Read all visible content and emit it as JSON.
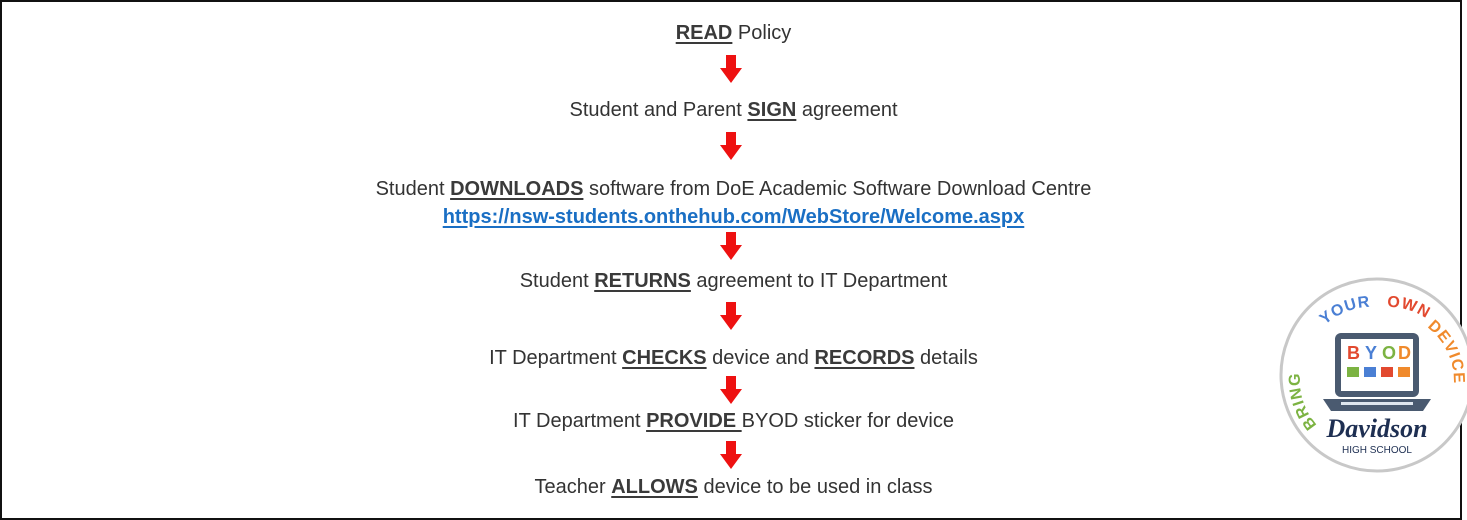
{
  "steps": [
    {
      "segments": [
        {
          "text": "READ",
          "kw": true
        },
        {
          "text": " Policy",
          "kw": false
        }
      ]
    },
    {
      "segments": [
        {
          "text": "Student and Parent ",
          "kw": false
        },
        {
          "text": "SIGN",
          "kw": true
        },
        {
          "text": " agreement",
          "kw": false
        }
      ]
    },
    {
      "segments": [
        {
          "text": "Student ",
          "kw": false
        },
        {
          "text": "DOWNLOADS",
          "kw": true
        },
        {
          "text": " software from DoE Academic Software Download Centre",
          "kw": false
        }
      ]
    },
    {
      "segments": [
        {
          "text": "Student ",
          "kw": false
        },
        {
          "text": "RETURNS",
          "kw": true
        },
        {
          "text": " agreement to IT Department",
          "kw": false
        }
      ]
    },
    {
      "segments": [
        {
          "text": "IT Department ",
          "kw": false
        },
        {
          "text": "CHECKS",
          "kw": true
        },
        {
          "text": " device and ",
          "kw": false
        },
        {
          "text": "RECORDS",
          "kw": true
        },
        {
          "text": " details",
          "kw": false
        }
      ]
    },
    {
      "segments": [
        {
          "text": "IT Department ",
          "kw": false
        },
        {
          "text": "PROVIDE ",
          "kw": true
        },
        {
          "text": "BYOD sticker for device",
          "kw": false
        }
      ]
    },
    {
      "segments": [
        {
          "text": "Teacher ",
          "kw": false
        },
        {
          "text": "ALLOWS",
          "kw": true
        },
        {
          "text": " device to be used in class",
          "kw": false
        }
      ]
    }
  ],
  "download_link": "https://nsw-students.onthehub.com/WebStore/Welcome.aspx",
  "colors": {
    "arrow": "#ee1111",
    "link": "#1a6fc4",
    "text": "#333333",
    "byod_b": "#e2492f",
    "byod_y": "#4a7fd4",
    "byod_o": "#7cb342",
    "byod_d": "#f08a2c"
  },
  "logo": {
    "arc_left": "BRING",
    "arc_top": "YOUR",
    "arc_right_top": "OWN",
    "arc_right": "DEVICE",
    "screen_text": "BYOD",
    "school_name": "Davidson",
    "school_type": "HIGH SCHOOL"
  }
}
